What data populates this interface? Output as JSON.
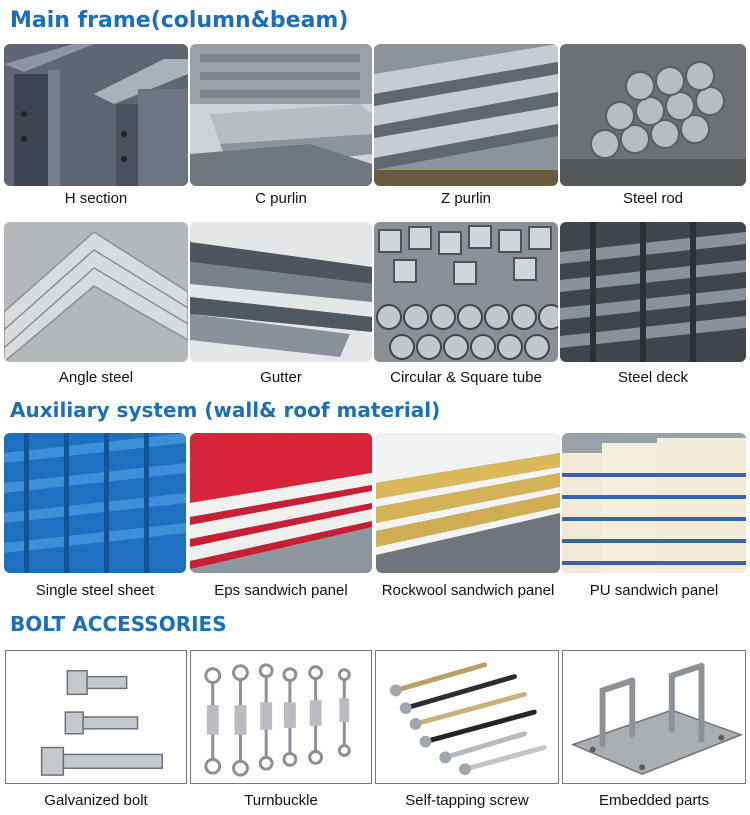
{
  "sections": {
    "main_frame": "Main frame(column&beam)",
    "auxiliary": "Auxiliary system (wall& roof material)",
    "bolt": "BOLT ACCESSORIES"
  },
  "products": {
    "h_section": "H section",
    "c_purlin": "C purlin",
    "z_purlin": "Z purlin",
    "steel_rod": "Steel rod",
    "angle_steel": "Angle steel",
    "gutter": "Gutter",
    "tube": "Circular & Square tube",
    "steel_deck": "Steel deck",
    "single_sheet": "Single steel sheet",
    "eps_panel": "Eps sandwich panel",
    "rockwool_panel": "Rockwool sandwich panel",
    "pu_panel": "PU sandwich panel",
    "galv_bolt": "Galvanized bolt",
    "turnbuckle": "Turnbuckle",
    "screw": "Self-tapping screw",
    "embedded": "Embedded parts"
  }
}
